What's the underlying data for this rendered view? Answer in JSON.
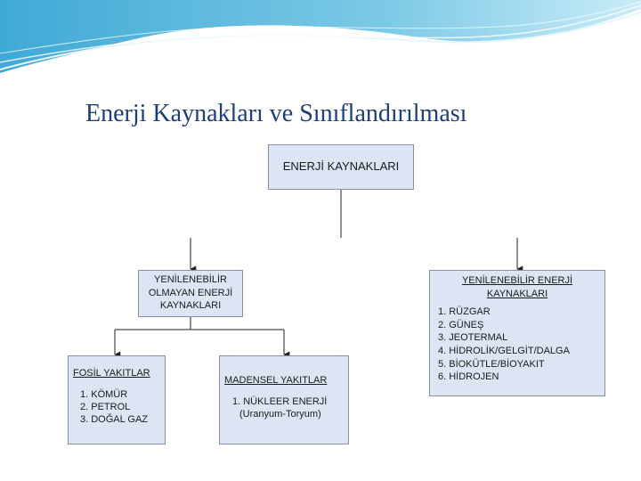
{
  "slide": {
    "title": "Enerji Kaynakları ve Sınıflandırılması"
  },
  "diagram": {
    "root": "ENERJİ KAYNAKLARI",
    "non_renewable": {
      "header_lines": [
        "YENİLENEBİLİR",
        "OLMAYAN ENERJİ",
        "KAYNAKLARI"
      ],
      "children": [
        {
          "header": "FOSİL YAKITLAR",
          "items": [
            "1. KÖMÜR",
            "2. PETROL",
            "3. DOĞAL GAZ"
          ]
        },
        {
          "header": "MADENSEL YAKITLAR",
          "items": [
            "1. NÜKLEER ENERJİ"
          ],
          "sub_item": "(Uranyum-Toryum)"
        }
      ]
    },
    "renewable": {
      "header_lines": [
        "YENİLENEBİLİR ENERJİ",
        "KAYNAKLARI"
      ],
      "items": [
        "1. RÜZGAR",
        "2. GÜNEŞ",
        "3. JEOTERMAL",
        "4. HİDROLİK/GELGİT/DALGA",
        "5. BİOKÜTLE/BİOYAKIT",
        "6. HİDROJEN"
      ]
    }
  },
  "colors": {
    "title": "#1f3d7a",
    "box_fill": "#dbe5f4",
    "box_border": "#8a8fa0",
    "wave": "#5bb8d8"
  },
  "icons": [
    "arrow-down-icon"
  ]
}
